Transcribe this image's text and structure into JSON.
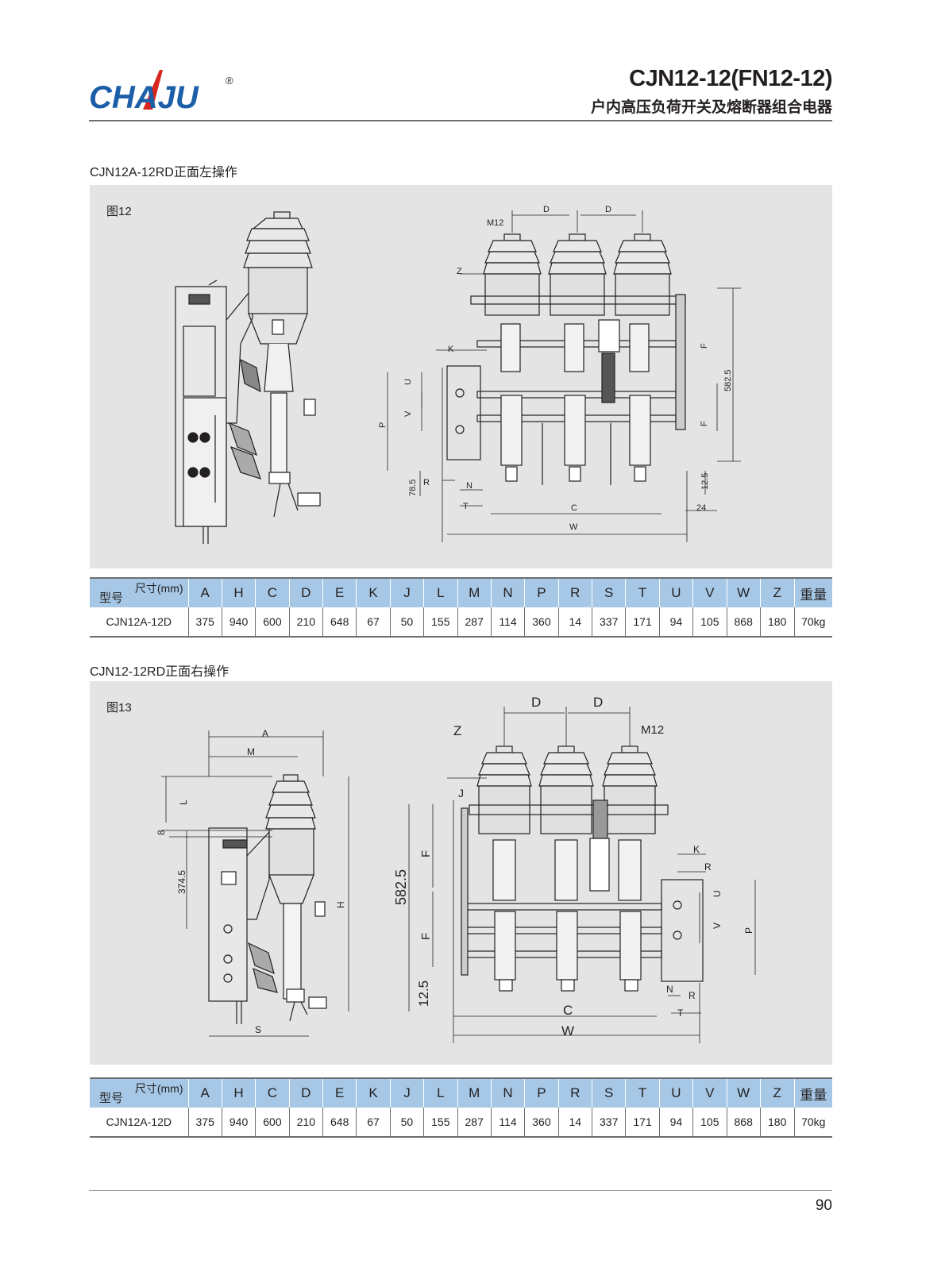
{
  "header": {
    "logo_text": "CHAJU",
    "logo_mark": "®",
    "title": "CJN12-12(FN12-12)",
    "subtitle": "户内高压负荷开关及熔断器组合电器"
  },
  "colors": {
    "panel_bg": "#e4e4e4",
    "table_header": "#a6c8e6",
    "logo_blue": "#1c5ea8",
    "logo_red": "#d7261e"
  },
  "section1": {
    "caption": "CJN12A-12RD正面左操作",
    "figure": "图12",
    "labels": {
      "D1": "D",
      "D2": "D",
      "M12": "M12",
      "Z": "Z",
      "K": "K",
      "U": "U",
      "V": "V",
      "P": "P",
      "F1": "F",
      "F2": "F",
      "h582": "582.5",
      "h785": "78.5",
      "R": "R",
      "N": "N",
      "T": "T",
      "C": "C",
      "W": "W",
      "h125": "12.5",
      "w24": "24"
    }
  },
  "section2": {
    "caption": "CJN12-12RD正面右操作",
    "figure": "图13",
    "labels": {
      "A": "A",
      "M": "M",
      "L": "L",
      "h8": "8",
      "h3745": "374.5",
      "H": "H",
      "S": "S",
      "D1": "D",
      "D2": "D",
      "Z": "Z",
      "M12": "M12",
      "J": "J",
      "F1": "F",
      "F2": "F",
      "h582": "582.5",
      "h125": "12.5",
      "K": "K",
      "R1": "R",
      "U": "U",
      "V": "V",
      "P": "P",
      "N": "N",
      "R2": "R",
      "T": "T",
      "C": "C",
      "W": "W"
    }
  },
  "table": {
    "corner_top": "尺寸(mm)",
    "corner_bottom": "型号",
    "columns": [
      "A",
      "H",
      "C",
      "D",
      "E",
      "K",
      "J",
      "L",
      "M",
      "N",
      "P",
      "R",
      "S",
      "T",
      "U",
      "V",
      "W",
      "Z",
      "重量"
    ],
    "row1": {
      "model": "CJN12A-12D",
      "values": [
        "375",
        "940",
        "600",
        "210",
        "648",
        "67",
        "50",
        "155",
        "287",
        "114",
        "360",
        "14",
        "337",
        "171",
        "94",
        "105",
        "868",
        "180",
        "70kg"
      ]
    },
    "row2": {
      "model": "CJN12A-12D",
      "values": [
        "375",
        "940",
        "600",
        "210",
        "648",
        "67",
        "50",
        "155",
        "287",
        "114",
        "360",
        "14",
        "337",
        "171",
        "94",
        "105",
        "868",
        "180",
        "70kg"
      ]
    }
  },
  "page_number": "90"
}
